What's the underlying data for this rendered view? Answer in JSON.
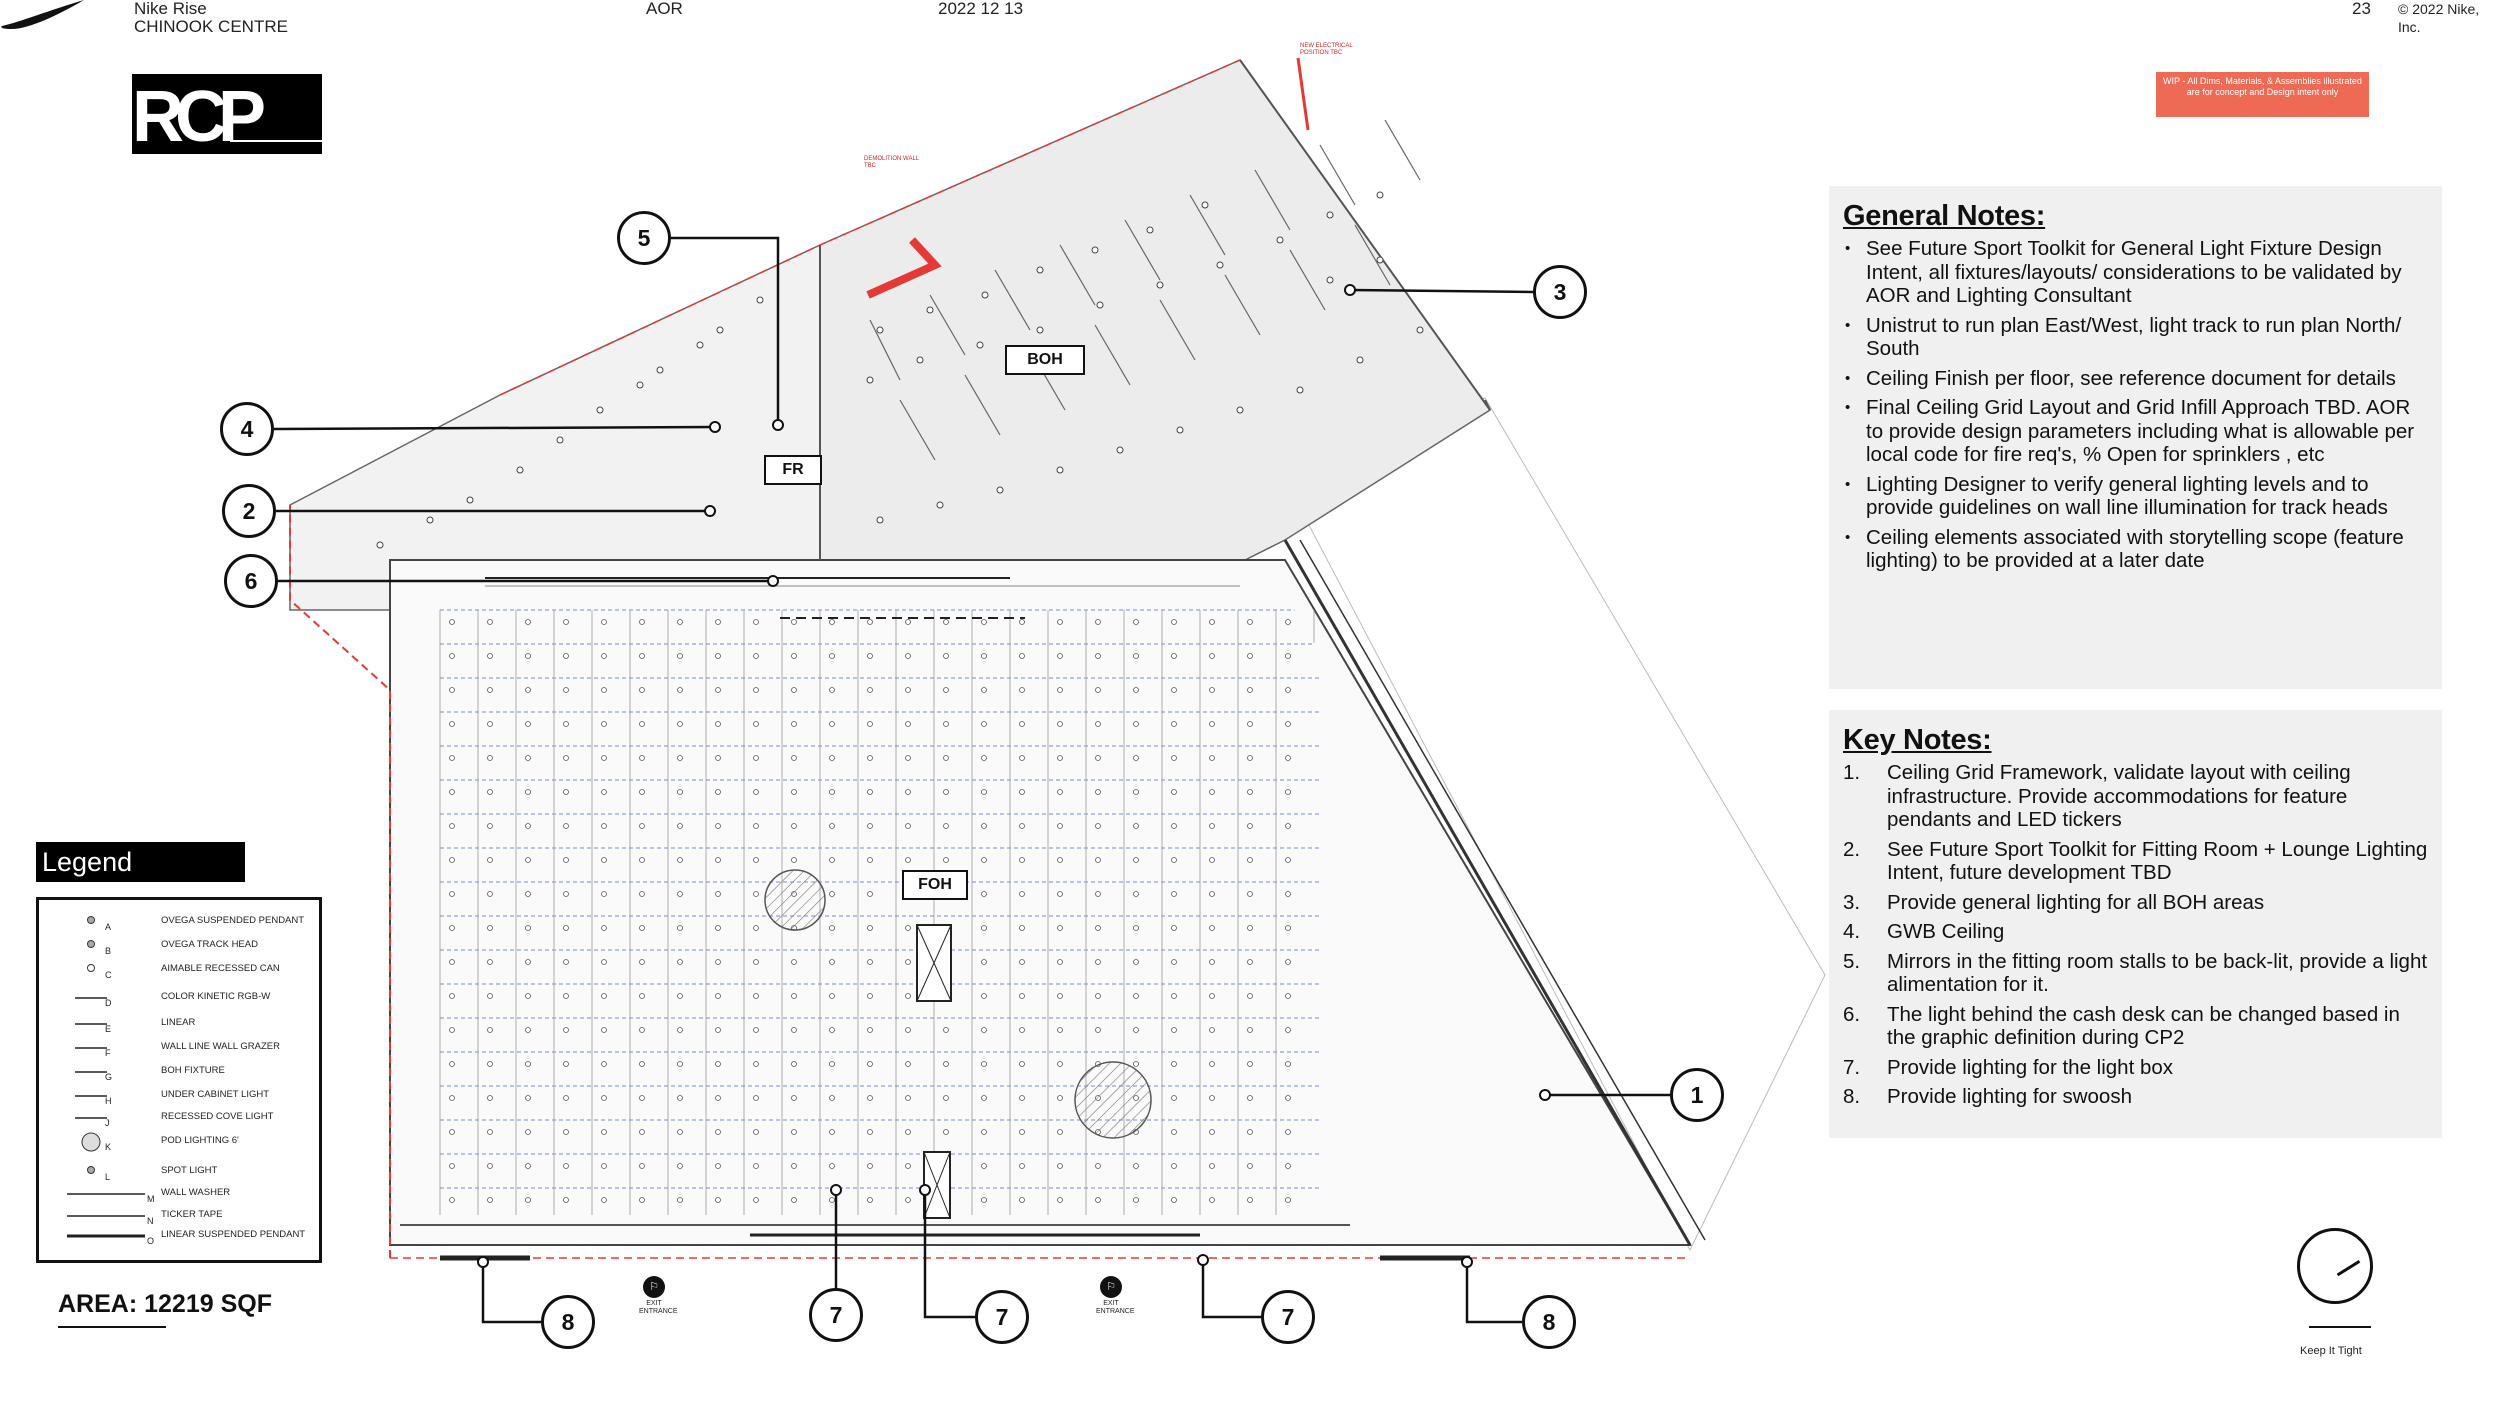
{
  "header": {
    "brand_line1": "Nike Rise",
    "brand_line2": "CHINOOK CENTRE",
    "aor": "AOR",
    "date": "2022 12 13",
    "page_number": "23",
    "copyright": "© 2022 Nike, Inc."
  },
  "sheet_code": "RCP",
  "wip_note": "WIP - All Dims, Materials, & Assemblies illustrated are for concept and Design intent only",
  "general_notes": {
    "title": "General Notes:",
    "items": [
      "See Future Sport Toolkit for General Light Fixture Design Intent, all fixtures/layouts/ considerations to be validated by AOR and Lighting Consultant",
      "Unistrut to run plan East/West, light track to run plan North/ South",
      "Ceiling Finish per floor, see reference document for details",
      "Final Ceiling Grid Layout and Grid Infill Approach TBD. AOR to provide design parameters including what is allowable per local code for fire req's, % Open for sprinklers , etc",
      "Lighting Designer to verify general lighting levels and to provide guidelines on wall line illumination for track heads",
      "Ceiling elements associated with storytelling scope (feature lighting) to be provided at a later date"
    ]
  },
  "key_notes": {
    "title": "Key Notes:",
    "items": [
      {
        "num": "1.",
        "text": "Ceiling Grid Framework, validate layout with ceiling infrastructure. Provide accommodations for feature pendants and LED tickers"
      },
      {
        "num": "2.",
        "text": "See Future Sport Toolkit for Fitting Room + Lounge Lighting Intent, future development TBD"
      },
      {
        "num": "3.",
        "text": "Provide general lighting for all BOH areas"
      },
      {
        "num": "4.",
        "text": "GWB Ceiling"
      },
      {
        "num": "5.",
        "text": "Mirrors in the fitting room stalls to be back-lit, provide a light alimentation for it."
      },
      {
        "num": "6.",
        "text": "The light behind the cash desk can be changed based in the graphic definition during CP2"
      },
      {
        "num": "7.",
        "text": "Provide lighting for the light box"
      },
      {
        "num": "8.",
        "text": "Provide lighting for swoosh"
      }
    ]
  },
  "legend": {
    "title": "Legend",
    "items": [
      {
        "key": "A",
        "label": "OVEGA SUSPENDED PENDANT",
        "symbol": "pendant"
      },
      {
        "key": "B",
        "label": "OVEGA TRACK HEAD",
        "symbol": "track-head"
      },
      {
        "key": "C",
        "label": "AIMABLE RECESSED CAN",
        "symbol": "can"
      },
      {
        "key": "D",
        "label": "COLOR KINETIC RGB-W",
        "symbol": "rgbw"
      },
      {
        "key": "E",
        "label": "LINEAR",
        "symbol": "linear"
      },
      {
        "key": "F",
        "label": "WALL LINE WALL GRAZER",
        "symbol": "grazer"
      },
      {
        "key": "G",
        "label": "BOH FIXTURE",
        "symbol": "boh"
      },
      {
        "key": "H",
        "label": "UNDER CABINET LIGHT",
        "symbol": "under-cabinet"
      },
      {
        "key": "J",
        "label": "RECESSED COVE LIGHT",
        "symbol": "cove"
      },
      {
        "key": "K",
        "label": "POD LIGHTING 6'",
        "symbol": "pod"
      },
      {
        "key": "L",
        "label": "SPOT LIGHT",
        "symbol": "spot"
      },
      {
        "key": "M",
        "label": "WALL WASHER",
        "symbol": "washer"
      },
      {
        "key": "N",
        "label": "TICKER TAPE",
        "symbol": "ticker"
      },
      {
        "key": "O",
        "label": "LINEAR SUSPENDED PENDANT",
        "symbol": "linear-pendant"
      }
    ]
  },
  "area_label": "AREA: 12219 SQF",
  "rooms": {
    "boh": "BOH",
    "fr": "FR",
    "foh": "FOH"
  },
  "callouts": [
    "1",
    "2",
    "3",
    "4",
    "5",
    "6",
    "7",
    "7",
    "7",
    "8",
    "8"
  ],
  "exit_label": "EXIT ENTRANCE",
  "compass_tag": "Keep It Tight",
  "red_annotations": {
    "electrical": "NEW ELECTRICAL POSITION TBC",
    "demolition": "DEMOLITION WALL TBC"
  },
  "colors": {
    "accent_red": "#e53935",
    "wip_badge": "#ee6a55",
    "panel_bg": "#f0f0f0",
    "grid_line": "#4a63c8"
  }
}
